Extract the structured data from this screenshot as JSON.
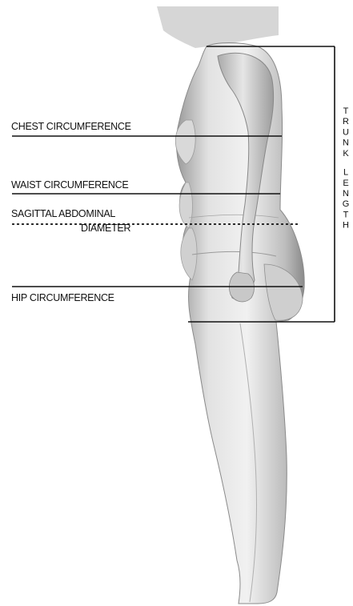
{
  "labels": {
    "chest": "CHEST CIRCUMFERENCE",
    "waist": "WAIST CIRCUMFERENCE",
    "sagittal_line1": "SAGITTAL ABDOMINAL",
    "sagittal_line2": "DIAMETER",
    "hip": "HIP CIRCUMFERENCE",
    "trunk_word1": "TRUNK",
    "trunk_word2": "LENGTH"
  },
  "colors": {
    "body_light": "#eeeeee",
    "body_mid": "#c9c9c9",
    "body_dark": "#8e8e8e",
    "line": "#111111",
    "head_gray": "#d4d4d4"
  }
}
